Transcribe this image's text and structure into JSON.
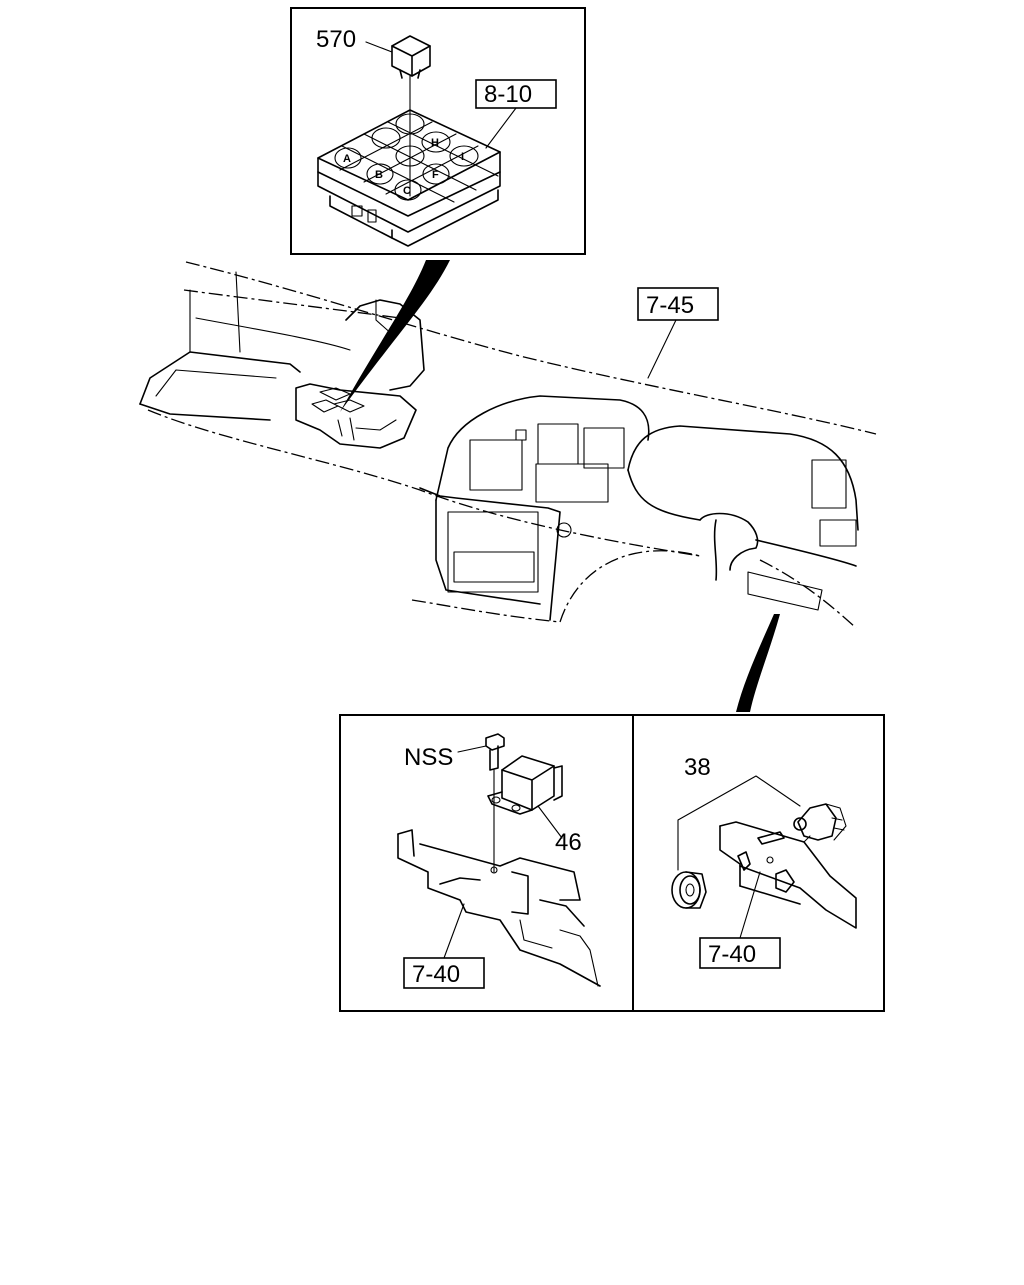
{
  "callouts": {
    "relay_top": "570",
    "fuse_block_ref": "8-10",
    "dash_ref": "7-45",
    "bolt": "NSS",
    "relay_bottom": "46",
    "bracket_ref_left": "7-40",
    "switch": "38",
    "bracket_ref_right": "7-40"
  },
  "fuse_cells": [
    "A",
    "B",
    "C",
    "F",
    "H",
    "I"
  ]
}
